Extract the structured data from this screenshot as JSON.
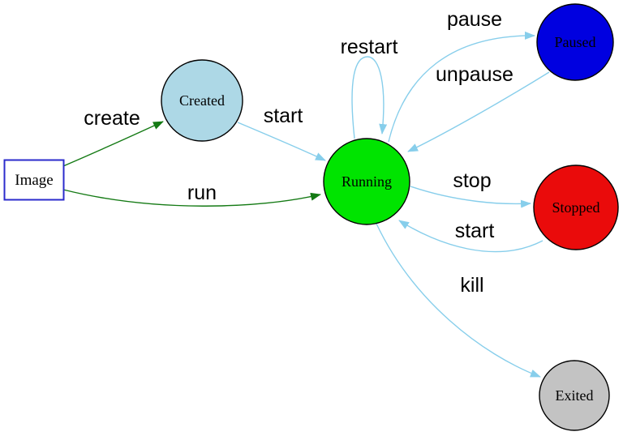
{
  "diagram": {
    "type": "state-diagram",
    "background": "#ffffff",
    "colors": {
      "flow_edge": "#87ceeb",
      "create_edge": "#147a14",
      "node_border": "#000000",
      "image_border": "#2b2bcc",
      "label_text": "#000000"
    },
    "nodes": {
      "image": {
        "label": "Image",
        "shape": "rectangle",
        "fill": "#ffffff"
      },
      "created": {
        "label": "Created",
        "shape": "circle",
        "fill": "#add8e6"
      },
      "running": {
        "label": "Running",
        "shape": "circle",
        "fill": "#00e400"
      },
      "paused": {
        "label": "Paused",
        "shape": "circle",
        "fill": "#0000e0"
      },
      "stopped": {
        "label": "Stopped",
        "shape": "circle",
        "fill": "#ea0b0b"
      },
      "exited": {
        "label": "Exited",
        "shape": "circle",
        "fill": "#c3c3c3"
      }
    },
    "edges": {
      "create": {
        "label": "create",
        "from": "image",
        "to": "created"
      },
      "run": {
        "label": "run",
        "from": "image",
        "to": "running"
      },
      "start_created": {
        "label": "start",
        "from": "created",
        "to": "running"
      },
      "restart": {
        "label": "restart",
        "from": "running",
        "to": "running"
      },
      "pause": {
        "label": "pause",
        "from": "running",
        "to": "paused"
      },
      "unpause": {
        "label": "unpause",
        "from": "paused",
        "to": "running"
      },
      "stop": {
        "label": "stop",
        "from": "running",
        "to": "stopped"
      },
      "start_stopped": {
        "label": "start",
        "from": "stopped",
        "to": "running"
      },
      "kill": {
        "label": "kill",
        "from": "running",
        "to": "exited"
      }
    }
  }
}
